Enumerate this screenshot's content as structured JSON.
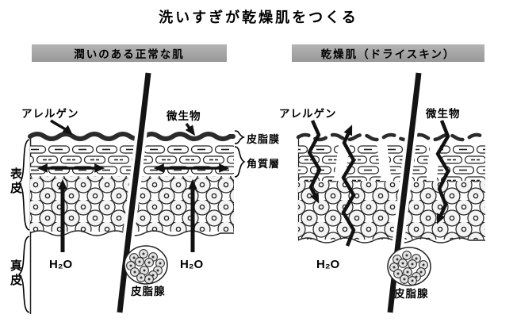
{
  "title": "洗いすぎが乾燥肌をつくる",
  "panel_normal": {
    "header": "潤いのある正常な肌",
    "allergen_label": "アレルゲン",
    "microbe_label": "微生物",
    "h2o_label_1": "H₂O",
    "h2o_label_2": "H₂O",
    "sebaceous_gland_label": "皮脂腺"
  },
  "panel_dry": {
    "header": "乾燥肌（ドライスキン）",
    "allergen_label": "アレルゲン",
    "microbe_label": "微生物",
    "h2o_label": "H₂O",
    "sebaceous_gland_label": "皮脂腺"
  },
  "layer_labels": {
    "sebum_film": "皮脂膜",
    "stratum_corneum": "角質層",
    "epidermis": "表皮",
    "dermis": "真皮"
  },
  "colors": {
    "header_bg": "#a6a6a6",
    "ink": "#111111"
  }
}
